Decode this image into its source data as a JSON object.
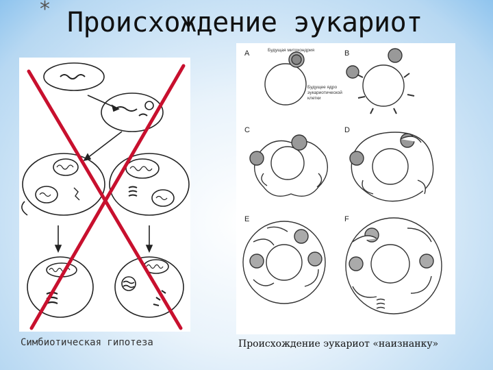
{
  "slide": {
    "title": "Происхождение эукариот",
    "title_marker": "*"
  },
  "left_figure": {
    "caption": "Симбиотическая гипотеза",
    "crossed_out": true,
    "cross_color": "#c8102e"
  },
  "right_figure": {
    "caption": "Происхождение эукариот «наизнанку»",
    "panel_labels": [
      "A",
      "B",
      "C",
      "D",
      "E",
      "F"
    ],
    "annotations": {
      "future_mitochondrion": "Будущая митохондрия",
      "future_nucleus": "Будущее ядро эукариотической клетки"
    }
  },
  "colors": {
    "background_edge": "#8fc4ee",
    "panel_bg": "#ffffff",
    "line": "#222222"
  }
}
